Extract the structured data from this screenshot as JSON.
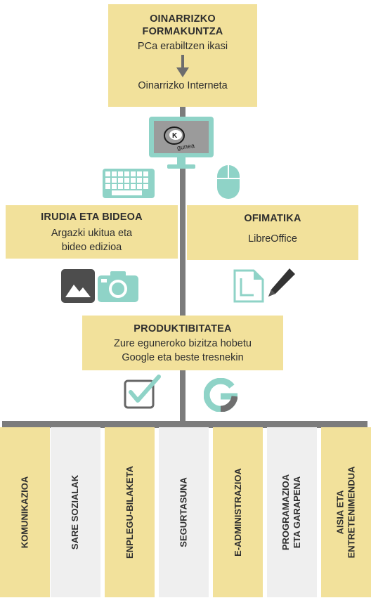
{
  "top_box": {
    "title_line1": "OINARRIZKO",
    "title_line2": "FORMAKUNTZA",
    "item1": "PCa erabiltzen ikasi",
    "item2": "Oinarrizko Interneta"
  },
  "logo": {
    "text": "gunea",
    "icon": "kz-gunea-monitor-icon"
  },
  "left_box": {
    "title": "IRUDIA ETA BIDEOA",
    "line1": "Argazki ukitua eta",
    "line2": "bideo edizioa"
  },
  "right_box": {
    "title": "OFIMATIKA",
    "line1": "LibreOffice"
  },
  "center_box": {
    "title": "PRODUKTIBITATEA",
    "line1": "Zure eguneroko bizitza hobetu",
    "line2": "Google eta beste tresnekin"
  },
  "icons": [
    "keyboard-icon",
    "mouse-icon",
    "image-icon",
    "camera-icon",
    "libreoffice-icon",
    "pen-icon",
    "checkbox-icon",
    "google-icon"
  ],
  "columns": [
    {
      "line1": "KOMUNIKAZIOA",
      "line2": ""
    },
    {
      "line1": "SARE SOZIALAK",
      "line2": ""
    },
    {
      "line1": "ENPLEGU-BILAKETA",
      "line2": ""
    },
    {
      "line1": "SEGURTASUNA",
      "line2": ""
    },
    {
      "line1": "E-ADMINISTRAZIOA",
      "line2": ""
    },
    {
      "line1": "PROGRAMAZIOA",
      "line2": "ETA GARAPENA"
    },
    {
      "line1": "AISIA ETA",
      "line2": "ENTRETENIMENDUA"
    }
  ],
  "colors": {
    "box": "#f2e19b",
    "column_alt": "#efefef",
    "line": "#7c7c7c",
    "teal": "#8fd3c7",
    "text": "#2e2e2e"
  }
}
